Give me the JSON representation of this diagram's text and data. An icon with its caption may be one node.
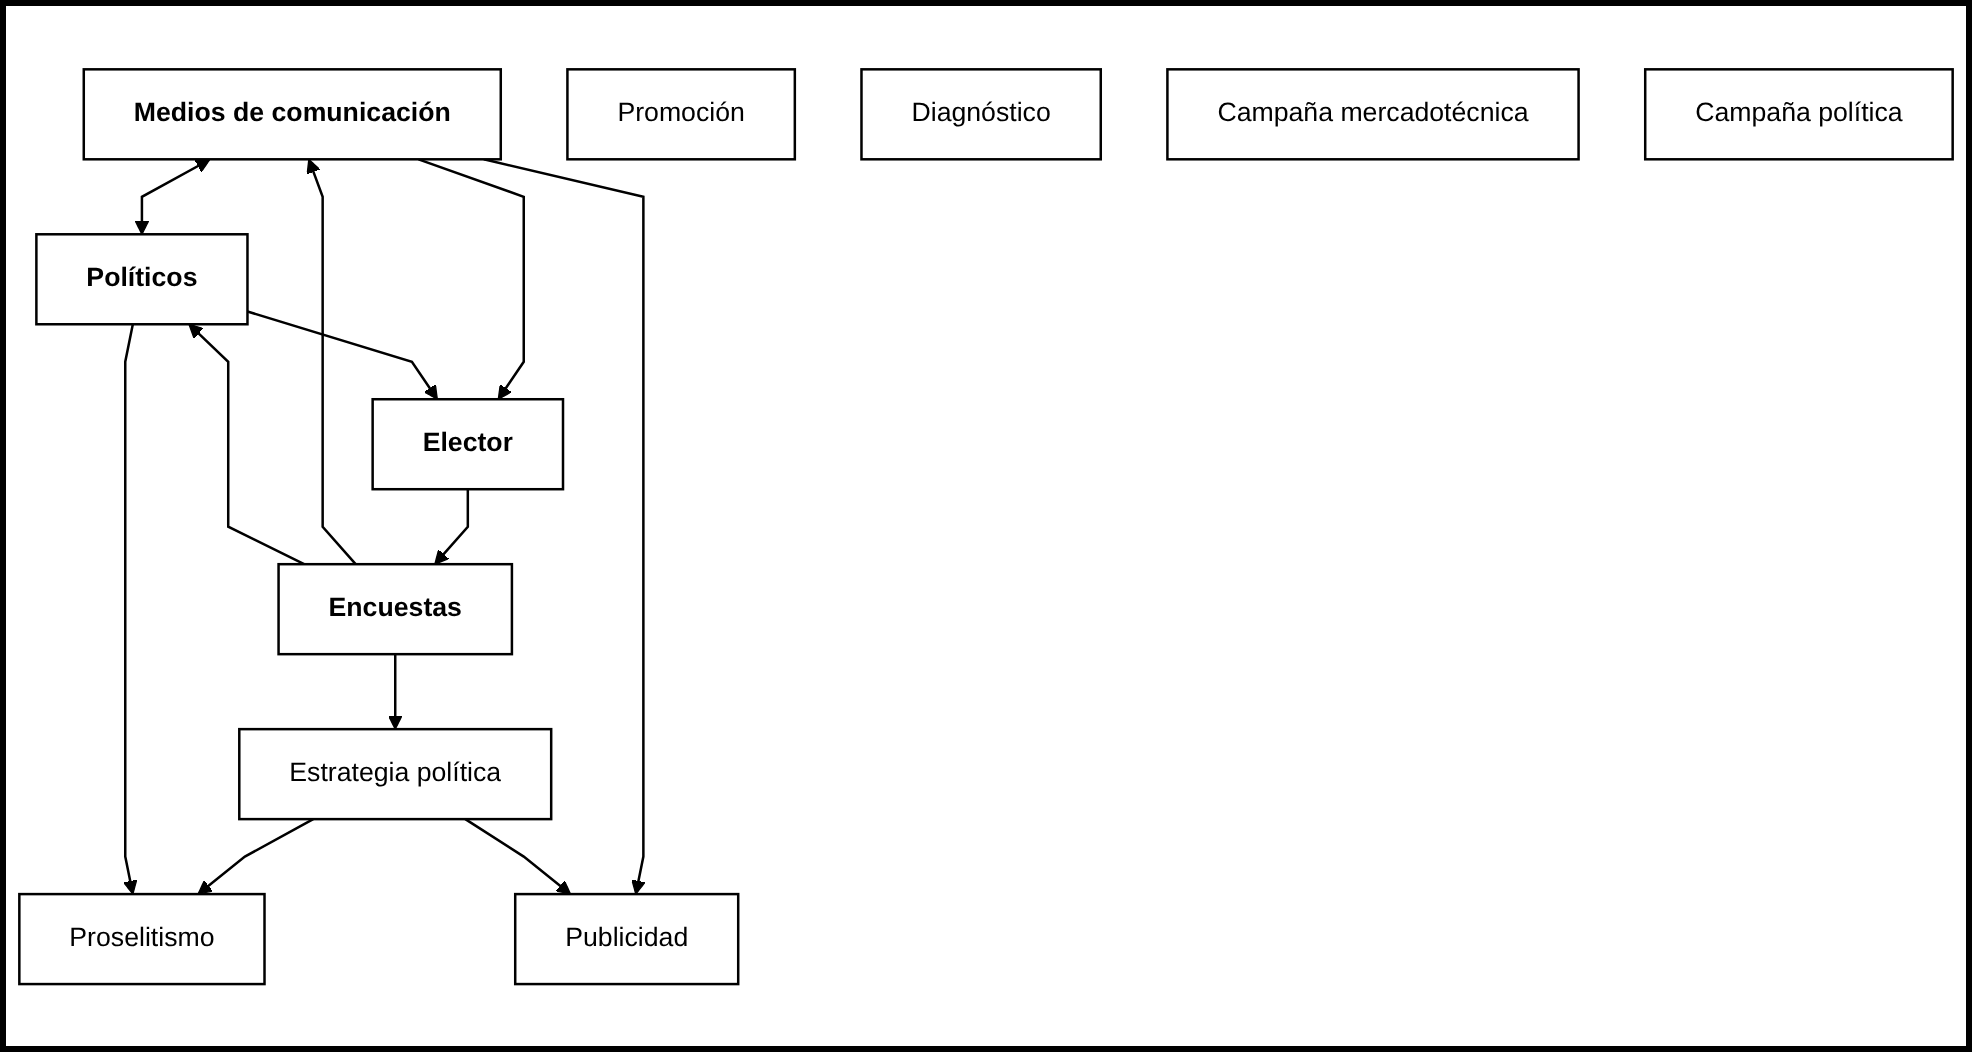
{
  "diagram": {
    "nodes": [
      {
        "text": [
          "Publicidad"
        ]
      },
      {
        "text": [
          "Proselitismo"
        ]
      },
      {
        "text": [
          "Estrategia política"
        ]
      },
      {
        "text": [
          "Medios de comunicación"
        ]
      },
      {
        "text": [
          "Políticos"
        ]
      },
      {
        "text": [
          "Encuestas"
        ]
      },
      {
        "text": [
          "Promoción"
        ]
      },
      {
        "text": [
          "Diagnóstico"
        ]
      },
      {
        "text": [
          "Elector"
        ]
      },
      {
        "text": [
          "Campaña mercadotécnica"
        ]
      },
      {
        "text": [
          "Campaña política"
        ]
      }
    ],
    "edges": [
      {
        "from": 3,
        "to": 4,
        "arrow": "both"
      },
      {
        "from": 3,
        "to": 0,
        "arrow": "to"
      },
      {
        "from": 2,
        "to": 0,
        "arrow": "to"
      },
      {
        "from": 2,
        "to": 1,
        "arrow": "to"
      },
      {
        "from": 4,
        "to": 1,
        "arrow": "to"
      },
      {
        "from": 5,
        "to": 2,
        "arrow": "to"
      },
      {
        "from": 5,
        "to": 3,
        "arrow": "to"
      },
      {
        "from": 5,
        "to": 4,
        "arrow": "to"
      },
      {
        "from": 8,
        "to": 5,
        "arrow": "to"
      },
      {
        "from": 3,
        "to": 8,
        "arrow": "to"
      },
      {
        "from": 4,
        "to": 8,
        "arrow": "to"
      }
    ]
  }
}
